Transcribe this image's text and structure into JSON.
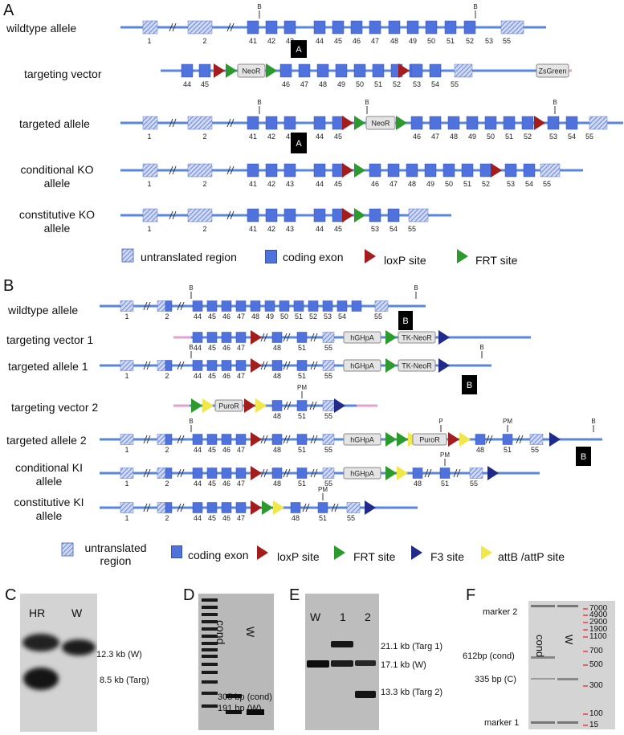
{
  "panel_a": {
    "letter": "A",
    "rows": [
      {
        "label": "wildtype allele",
        "labels": [
          "1",
          "2",
          "41",
          "42",
          "43",
          "44",
          "45",
          "46",
          "47",
          "48",
          "49",
          "50",
          "51",
          "52",
          "53",
          "54",
          "55"
        ],
        "site_marks": [
          "B",
          "B"
        ],
        "probe": "A"
      },
      {
        "label": "targeting vector",
        "labels": [
          "44",
          "45",
          "46",
          "47",
          "48",
          "49",
          "50",
          "51",
          "52",
          "53",
          "54",
          "55"
        ],
        "box_labels": [
          "NeoR",
          "ZsGreen"
        ]
      },
      {
        "label": "targeted allele",
        "labels": [
          "1",
          "2",
          "41",
          "42",
          "43",
          "44",
          "45",
          "46",
          "47",
          "48",
          "49",
          "50",
          "51",
          "52",
          "53",
          "54",
          "55"
        ],
        "site_marks": [
          "B",
          "B",
          "B"
        ],
        "box_labels": [
          "NeoR"
        ],
        "probe": "A"
      },
      {
        "label_line1": "conditional KO",
        "label_line2": "allele",
        "labels": [
          "1",
          "2",
          "41",
          "42",
          "43",
          "44",
          "45",
          "46",
          "47",
          "48",
          "49",
          "50",
          "51",
          "52",
          "53",
          "54",
          "55"
        ]
      },
      {
        "label_line1": "constitutive KO",
        "label_line2": "allele",
        "labels": [
          "1",
          "2",
          "41",
          "42",
          "43",
          "44",
          "45",
          "53",
          "54",
          "55"
        ]
      }
    ],
    "legend": [
      "untranslated region",
      "coding exon",
      "loxP site",
      "FRT site"
    ]
  },
  "panel_b": {
    "letter": "B",
    "rows": [
      {
        "label": "wildtype allele",
        "labels": [
          "1",
          "2",
          "44",
          "45",
          "46",
          "47",
          "48",
          "49",
          "50",
          "51",
          "52",
          "53",
          "54",
          "55"
        ],
        "site_marks": [
          "B",
          "B"
        ],
        "probe": "B"
      },
      {
        "label": "targeting vector 1",
        "labels": [
          "44",
          "45",
          "46",
          "47",
          "48",
          "51",
          "55"
        ],
        "box_labels": [
          "hGHpA",
          "TK-NeoR"
        ]
      },
      {
        "label": "targeted allele 1",
        "labels": [
          "1",
          "2",
          "44",
          "45",
          "46",
          "47",
          "48",
          "51",
          "55"
        ],
        "site_marks": [
          "B",
          "B"
        ],
        "box_labels": [
          "hGHpA",
          "TK-NeoR"
        ],
        "probe": "B"
      },
      {
        "label": "targeting vector 2",
        "labels": [
          "48",
          "51",
          "55"
        ],
        "site_marks": [
          "PM"
        ],
        "box_labels": [
          "PuroR"
        ]
      },
      {
        "label": "targeted allele 2",
        "labels": [
          "1",
          "2",
          "44",
          "45",
          "46",
          "47",
          "48",
          "51",
          "55",
          "48",
          "51",
          "55"
        ],
        "site_marks": [
          "B",
          "P",
          "PM",
          "B"
        ],
        "box_labels": [
          "hGHpA",
          "PuroR"
        ],
        "probe": "B"
      },
      {
        "label_line1": "conditional KI",
        "label_line2": "allele",
        "labels": [
          "1",
          "2",
          "44",
          "45",
          "46",
          "47",
          "48",
          "51",
          "55",
          "48",
          "51",
          "55"
        ],
        "site_marks": [
          "PM"
        ],
        "box_labels": [
          "hGHpA"
        ]
      },
      {
        "label_line1": "constitutive KI",
        "label_line2": "allele",
        "labels": [
          "1",
          "2",
          "44",
          "45",
          "46",
          "47",
          "48",
          "51",
          "55"
        ],
        "site_marks": [
          "PM"
        ]
      }
    ],
    "legend": [
      "untranslated",
      "region",
      "coding exon",
      "loxP site",
      "FRT site",
      "F3 site",
      "attB /attP site"
    ]
  },
  "panel_c": {
    "letter": "C",
    "lanes": [
      "HR",
      "W"
    ],
    "bands": [
      "12.3  kb (W)",
      "8.5 kb (Targ)"
    ]
  },
  "panel_d": {
    "letter": "D",
    "lanes": [
      "cond",
      "W"
    ],
    "bands": [
      "305 bp (cond)",
      "191 bp (W)"
    ]
  },
  "panel_e": {
    "letter": "E",
    "lanes": [
      "W",
      "1",
      "2"
    ],
    "bands": [
      "21.1 kb (Targ 1)",
      "17.1 kb (W)",
      "13.3 kb (Targ 2)"
    ]
  },
  "panel_f": {
    "letter": "F",
    "lanes": [
      "cond",
      "W"
    ],
    "bands": [
      "marker 2",
      "612bp (cond)",
      "335 bp (C)",
      "marker 1"
    ],
    "ladder": [
      "7000",
      "4900",
      "2900",
      "1900",
      "1100",
      "700",
      "500",
      "300",
      "100",
      "15"
    ]
  },
  "colors": {
    "exon": "#4f72dc",
    "line": "#5a86dc",
    "loxp": "#a31d1d",
    "frt": "#2c9a2c",
    "f3": "#1f2a8a",
    "attb": "#f0e84a",
    "probe": "#000000"
  }
}
